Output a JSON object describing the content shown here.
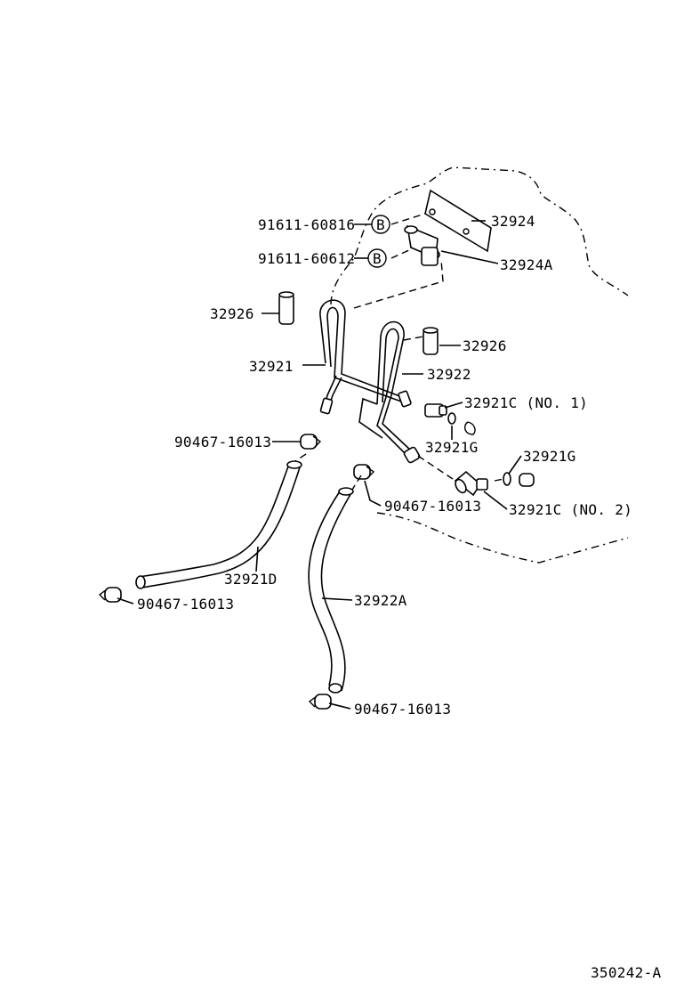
{
  "callouts": {
    "bolt_upper": "91611-60816",
    "bolt_lower": "91611-60612",
    "bolt_marker": "B",
    "bracket": "32924",
    "bracket_a": "32924A",
    "sleeve_left": "32926",
    "sleeve_right": "32926",
    "tube_left": "32921",
    "tube_right": "32922",
    "union_no1": "32921C (NO. 1)",
    "gasket_mid": "32921G",
    "gasket_right": "32921G",
    "union_no2": "32921C (NO. 2)",
    "clip_top": "90467-16013",
    "clip_mid": "90467-16013",
    "hose_left": "32921D",
    "clip_left": "90467-16013",
    "hose_right": "32922A",
    "clip_bottom": "90467-16013"
  },
  "figure_id": "350242-A"
}
